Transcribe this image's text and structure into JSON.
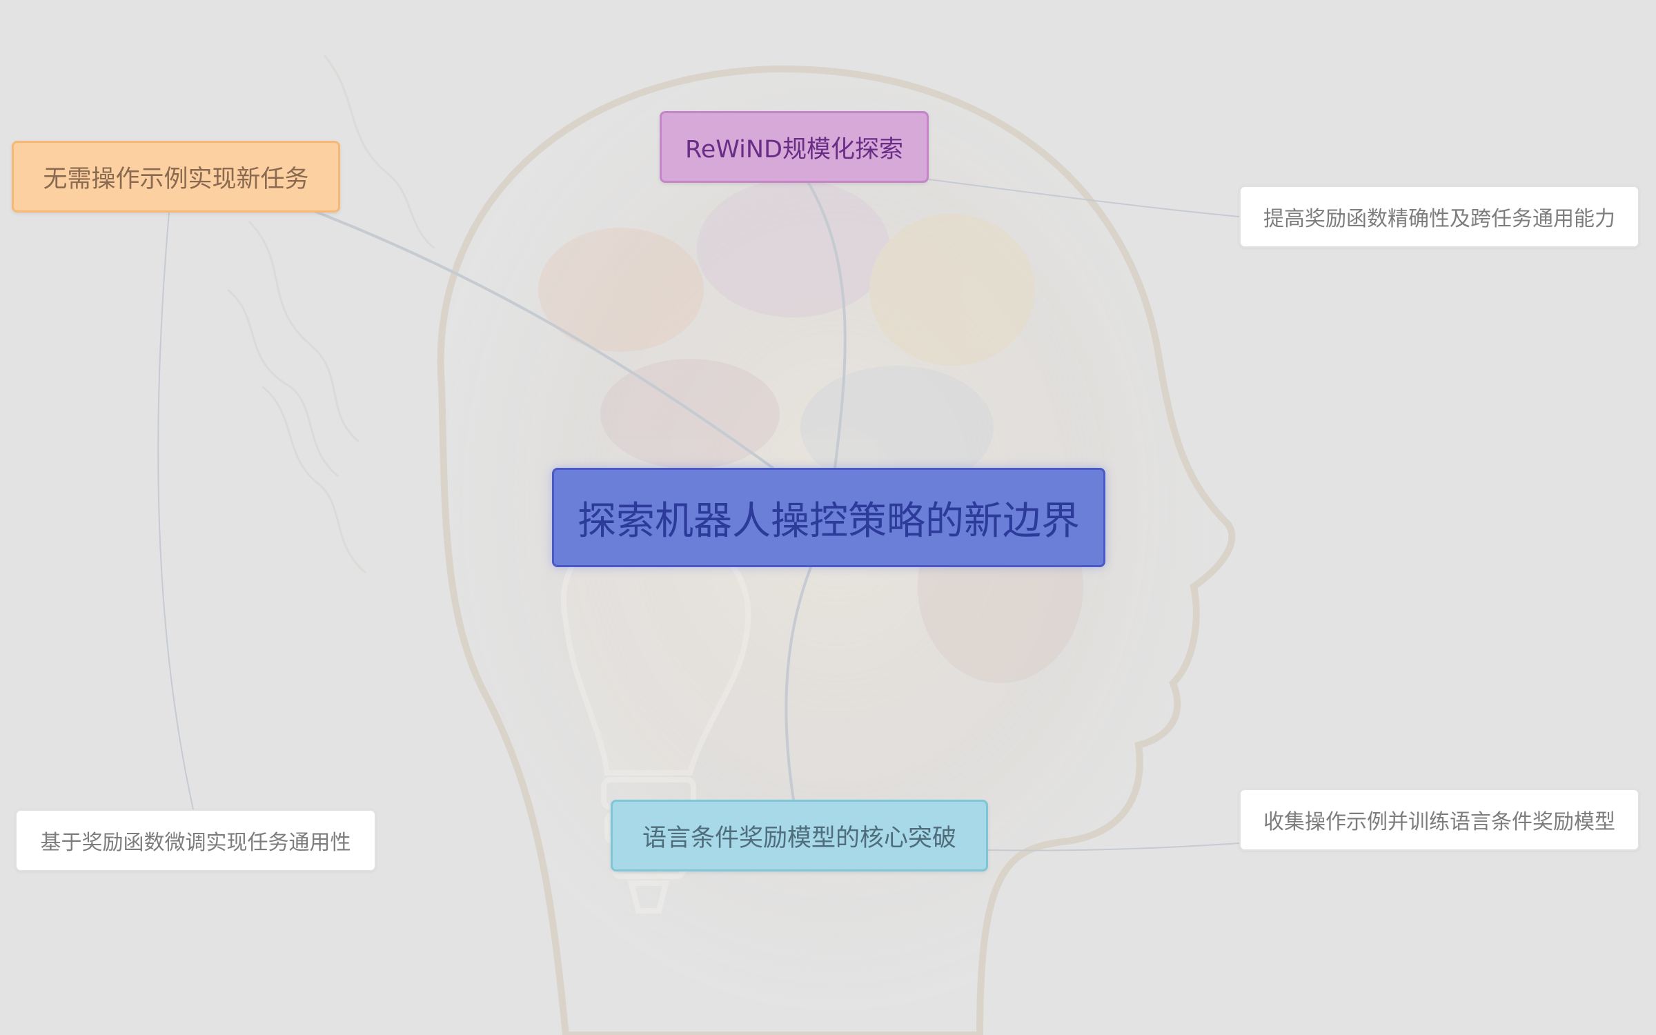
{
  "mindmap": {
    "central": {
      "label": "探索机器人操控策略的新边界",
      "bg": "#6b7fd8",
      "text_color": "#2c3a99"
    },
    "branches": [
      {
        "id": "top",
        "label": "ReWiND规模化探索",
        "bg": "#d6a9d8",
        "border": "#c585c8",
        "text_color": "#6a2d86"
      },
      {
        "id": "left",
        "label": "无需操作示例实现新任务",
        "bg": "#fdd0a1",
        "border": "#f5b877",
        "text_color": "#8a6a50"
      },
      {
        "id": "bottom",
        "label": "语言条件奖励模型的核心突破",
        "bg": "#a8d9e8",
        "border": "#7fc6d9",
        "text_color": "#4f6d7a"
      }
    ],
    "leaves": [
      {
        "id": "right-top",
        "label": "提高奖励函数精确性及跨任务通用能力"
      },
      {
        "id": "right-bottom",
        "label": "收集操作示例并训练语言条件奖励模型"
      },
      {
        "id": "left-bottom",
        "label": "基于奖励函数微调实现任务通用性"
      }
    ],
    "connector_color": "#c5cbd1"
  }
}
